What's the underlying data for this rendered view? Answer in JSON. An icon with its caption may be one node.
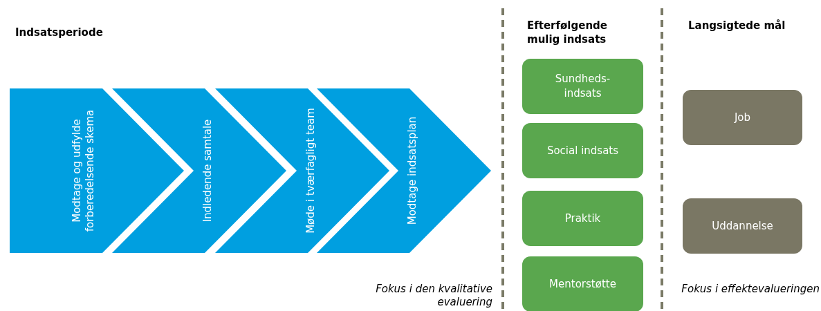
{
  "diagram": {
    "nodes": [
      {
        "text": [
          "Modtage og udfylde forberedelsende skema"
        ]
      },
      {
        "text": [
          "Indledende samtale"
        ]
      },
      {
        "text": [
          "Møde i tværfagligt team"
        ]
      },
      {
        "text": [
          "Modtage indsatsplan"
        ]
      },
      {
        "text": [
          "Sundheds- indsats"
        ]
      },
      {
        "text": [
          "Social indsats"
        ]
      },
      {
        "text": [
          "Praktik"
        ]
      },
      {
        "text": [
          "Mentorstøtte"
        ]
      },
      {
        "text": [
          "Job"
        ]
      },
      {
        "text": [
          "Uddannelse"
        ]
      }
    ],
    "edges": [],
    "labels": [
      "Indsatsperiode",
      "Efterfølgende mulig indsats",
      "Langsigtede mål",
      "Fokus i den kvalitative evaluering",
      "Fokus i effektevalueringen"
    ]
  }
}
